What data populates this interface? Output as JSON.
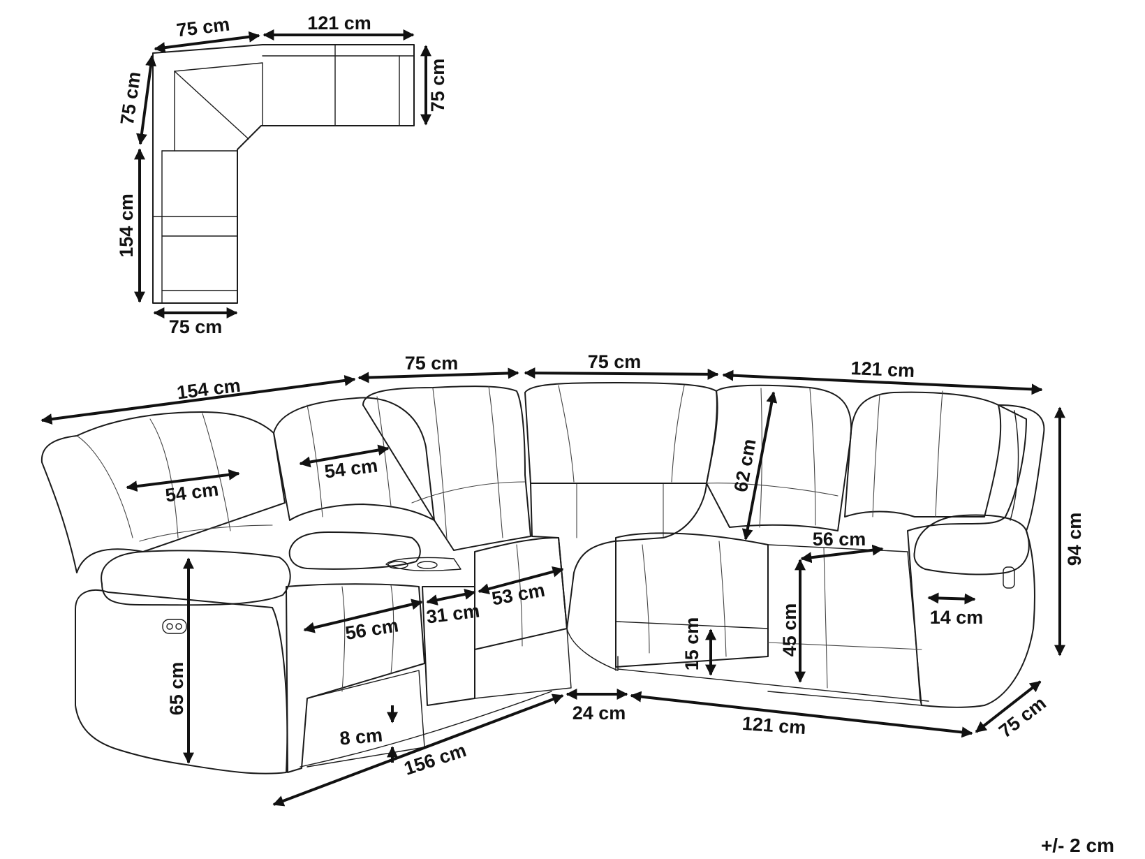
{
  "plan": {
    "top_depth": "75 cm",
    "top_width": "121 cm",
    "right_depth": "75 cm",
    "left_corner": "75 cm",
    "left_length": "154 cm",
    "bottom_width": "75 cm"
  },
  "main": {
    "overall_left": "154 cm",
    "top_mid_left": "75 cm",
    "top_mid_right": "75 cm",
    "top_right": "121 cm",
    "seat_width_left": "54 cm",
    "seat_width_second": "54 cm",
    "seat_depth_left": "56 cm",
    "console_width": "31 cm",
    "seat_width_third": "53 cm",
    "backrest_height": "62 cm",
    "seat_width_right": "56 cm",
    "arm_width": "14 cm",
    "overall_height": "94 cm",
    "arm_height": "65 cm",
    "seat_height": "45 cm",
    "cushion_thickness": "15 cm",
    "ground_clearance": "8 cm",
    "base_left": "156 cm",
    "base_corner": "24 cm",
    "base_right": "121 cm",
    "depth_right": "75 cm"
  },
  "tolerance": "+/- 2 cm"
}
